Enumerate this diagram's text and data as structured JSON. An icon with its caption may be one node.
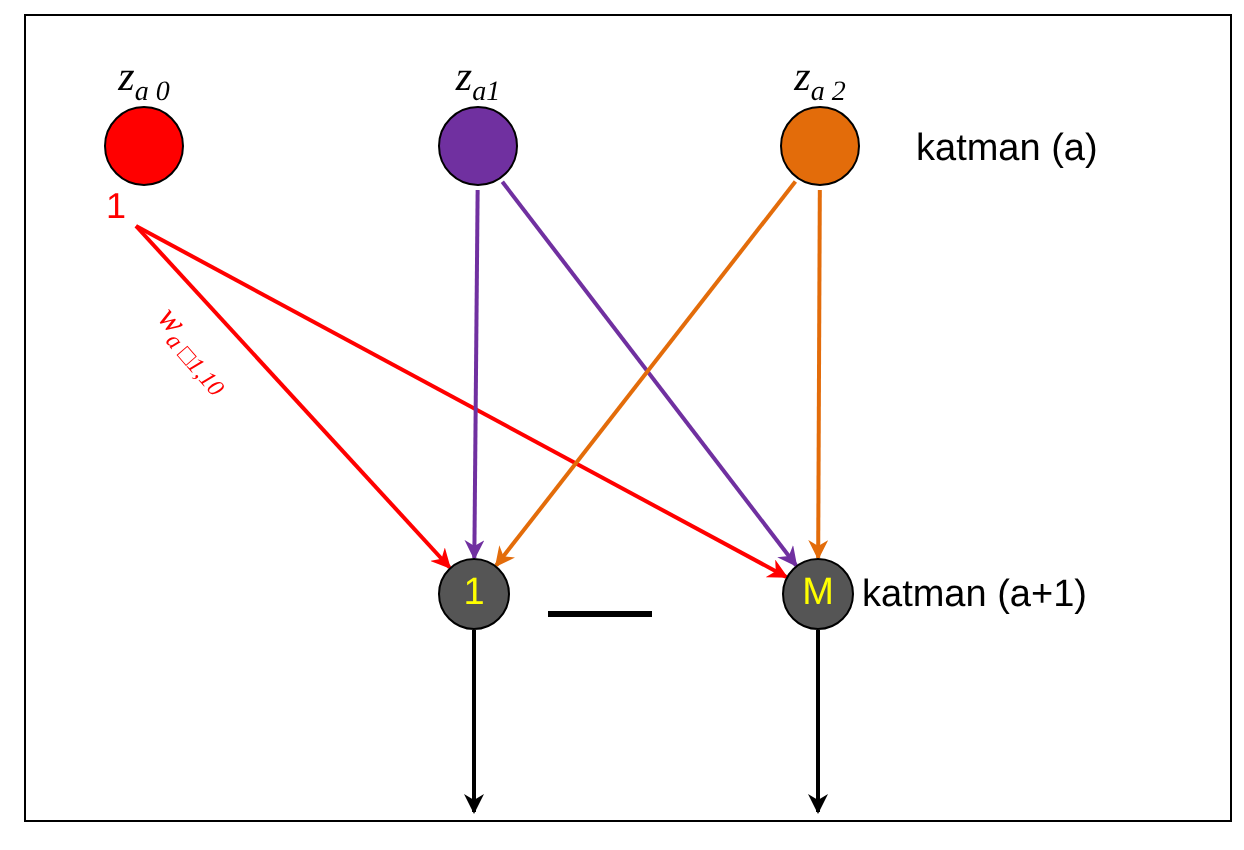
{
  "diagram": {
    "nodes": [
      {
        "text": [
          "z$_{a 0}$"
        ],
        "beside": [
          "1"
        ]
      },
      {
        "text": [
          "z$_{a1}$"
        ]
      },
      {
        "text": [
          "z$_{a 2}$"
        ]
      },
      {
        "text": [
          "1"
        ]
      },
      {
        "text": [
          "M"
        ]
      }
    ],
    "edges": [
      {
        "from": 0,
        "to": 3,
        "arrow": "to",
        "color": "#ff0000",
        "label": "w$_{a □1,10}$"
      },
      {
        "from": 0,
        "to": 4,
        "arrow": "to",
        "color": "#ff0000"
      },
      {
        "from": 1,
        "to": 3,
        "arrow": "to",
        "color": "#7030a0"
      },
      {
        "from": 1,
        "to": 4,
        "arrow": "to",
        "color": "#7030a0"
      },
      {
        "from": 2,
        "to": 3,
        "arrow": "to",
        "color": "#e36c0a"
      },
      {
        "from": 2,
        "to": 4,
        "arrow": "to",
        "color": "#e36c0a"
      },
      {
        "from": 3,
        "to": null,
        "arrow": "to",
        "color": "#000000"
      },
      {
        "from": 4,
        "to": null,
        "arrow": "to",
        "color": "#000000"
      }
    ],
    "labels": [
      "katman (a)",
      "katman (a+1)"
    ]
  }
}
